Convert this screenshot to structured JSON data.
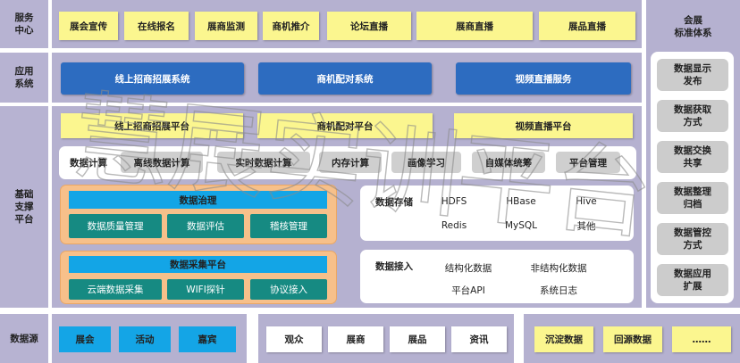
{
  "labels": {
    "service_center": "服务\n中心",
    "application_system": "应用\n系统",
    "base_platform": "基础\n支撑\n平台",
    "data_source": "数据源"
  },
  "service_center": [
    "展会宣传",
    "在线报名",
    "展商监测",
    "商机推介",
    "论坛直播",
    "展商直播",
    "展品直播"
  ],
  "application_system": [
    "线上招商招展系统",
    "商机配对系统",
    "视频直播服务"
  ],
  "platforms": [
    "线上招商招展平台",
    "商机配对平台",
    "视频直播平台"
  ],
  "computing": [
    "数据计算",
    "离线数据计算",
    "实时数据计算",
    "内存计算",
    "画像学习",
    "自媒体统筹",
    "平台管理"
  ],
  "data_governance": {
    "title": "数据治理",
    "items": [
      "数据质量管理",
      "数据评估",
      "稽核管理"
    ]
  },
  "data_collection": {
    "title": "数据采集平台",
    "items": [
      "云端数据采集",
      "WIFI探针",
      "协议接入"
    ]
  },
  "data_storage": {
    "title": "数据存储",
    "items": [
      "HDFS",
      "HBase",
      "Hive",
      "Redis",
      "MySQL",
      "其他"
    ]
  },
  "data_access": {
    "title": "数据接入",
    "items": [
      "结构化数据",
      "非结构化数据",
      "平台API",
      "系统日志"
    ]
  },
  "standard_system": {
    "title": "会展\n标准体系",
    "items": [
      "数据显示\n发布",
      "数据获取\n方式",
      "数据交换\n共享",
      "数据整理\n归档",
      "数据管控\n方式",
      "数据应用\n扩展"
    ]
  },
  "data_sources": {
    "group1": [
      "展会",
      "活动",
      "嘉宾"
    ],
    "group2": [
      "观众",
      "展商",
      "展品",
      "资讯"
    ],
    "group3": [
      "沉淀数据",
      "回源数据",
      "……"
    ]
  },
  "watermark": "慧展实训平台",
  "colors": {
    "lavender": "#b7b3d2",
    "yellow": "#fbf68f",
    "blue": "#2d6cc0",
    "cyan": "#13a5e6",
    "teal": "#168a82",
    "orange": "#f7c08a",
    "gray": "#cfcfcf"
  }
}
